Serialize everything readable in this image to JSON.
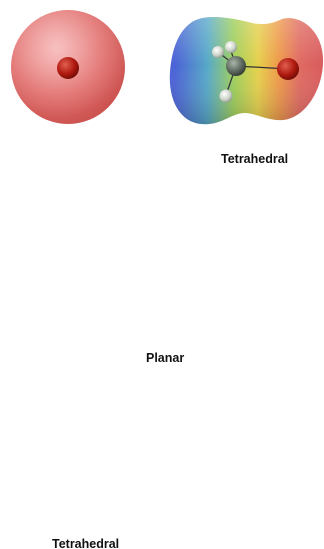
{
  "figure": {
    "captions": {
      "top": "Tetrahedral",
      "middle": "Planar",
      "bottom": "Tetrahedral"
    }
  },
  "colors": {
    "negative": "#d9534f",
    "neutral": "#9fca55",
    "positive": "#3d6fd8",
    "oxygen_atom": "#b01a10",
    "carbon_atom": "#4f5a52",
    "hydrogen_atom": "#cfd6cc",
    "caption_text": "#111111",
    "background": "#ffffff"
  }
}
